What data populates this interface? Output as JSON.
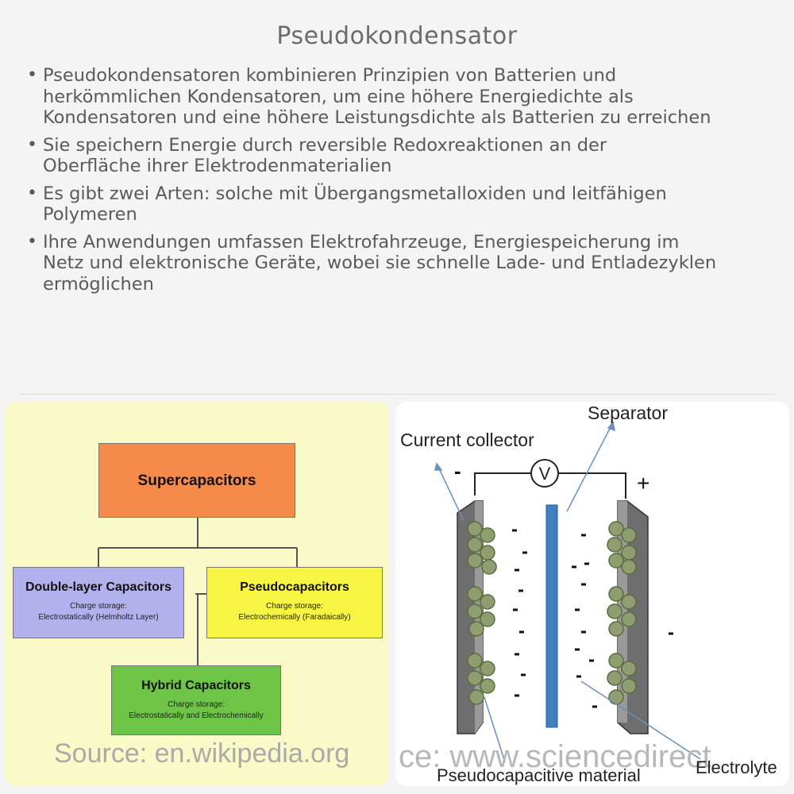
{
  "title": "Pseudokondensator",
  "bullets": [
    "Pseudokondensatoren kombinieren Prinzipien von Batterien und herkömmlichen Kondensatoren, um eine höhere Energiedichte als Kondensatoren und eine höhere Leistungsdichte als Batterien zu erreichen",
    "Sie speichern Energie durch reversible Redoxreaktionen an der Oberfläche ihrer Elektrodenmaterialien",
    "Es gibt zwei Arten: solche mit Übergangsmetalloxiden und leitfähigen Polymeren",
    "Ihre Anwendungen umfassen Elektrofahrzeuge, Energiespeicherung im Netz und elektronische Geräte, wobei sie schnelle Lade- und Entladezyklen ermöglichen"
  ],
  "bullet_lines": [
    [
      "Pseudokondensatoren kombinieren Prinzipien von Batterien und",
      "herkömmlichen Kondensatoren, um eine höhere Energiedichte als",
      "Kondensatoren und eine höhere Leistungsdichte als Batterien zu erreichen"
    ],
    [
      "Sie speichern Energie durch reversible Redoxreaktionen an der",
      "Oberfläche ihrer Elektrodenmaterialien"
    ],
    [
      "Es gibt zwei Arten: solche mit Übergangsmetalloxiden und leitfähigen",
      "Polymeren"
    ],
    [
      "Ihre Anwendungen umfassen Elektrofahrzeuge, Energiespeicherung im",
      "Netz und elektronische Geräte, wobei sie schnelle Lade- und Entladezyklen",
      "ermöglichen"
    ]
  ],
  "bullet_glyph": "•",
  "left_diagram": {
    "top": {
      "label": "Supercapacitors",
      "color": "#f68a4a"
    },
    "double_layer": {
      "label": "Double-layer Capacitors",
      "sub1": "Charge storage:",
      "sub2": "Electrostatically (Helmholtz Layer)",
      "color": "#b3b0ee"
    },
    "pseudo": {
      "label": "Pseudocapacitors",
      "sub1": "Charge storage:",
      "sub2": "Electrochemically (Faradaically)",
      "color": "#f7f542"
    },
    "hybrid": {
      "label": "Hybrid Capacitors",
      "sub1": "Charge storage:",
      "sub2": "Electrostatically and Electrochemically",
      "color": "#6dc447"
    },
    "source": "Source: en.wikipedia.org"
  },
  "right_diagram": {
    "separator": "Separator",
    "current_collector": "Current collector",
    "minus": "-",
    "plus": "+",
    "voltmeter": "V",
    "pseudocapacitive_material": "Pseudocapacitive material",
    "electrolyte": "Electrolyte",
    "source": "ce: www.sciencedirect"
  }
}
